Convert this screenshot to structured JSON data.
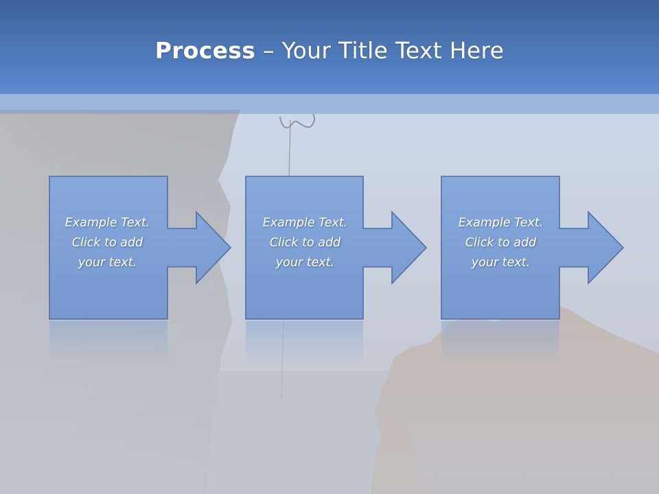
{
  "title": {
    "bold": "Process",
    "separator": " – ",
    "rest": "Your Title Text Here"
  },
  "steps": [
    {
      "line1": "Example Text.",
      "line2": "Click  to add",
      "line3": "your text."
    },
    {
      "line1": "Example Text.",
      "line2": "Click  to add",
      "line3": "your text."
    },
    {
      "line1": "Example Text.",
      "line2": "Click  to add",
      "line3": "your text."
    }
  ],
  "colors": {
    "title_bar": "#4c76b4",
    "box_fill": "#7fa2d6",
    "box_stroke": "#4f6fa3"
  }
}
